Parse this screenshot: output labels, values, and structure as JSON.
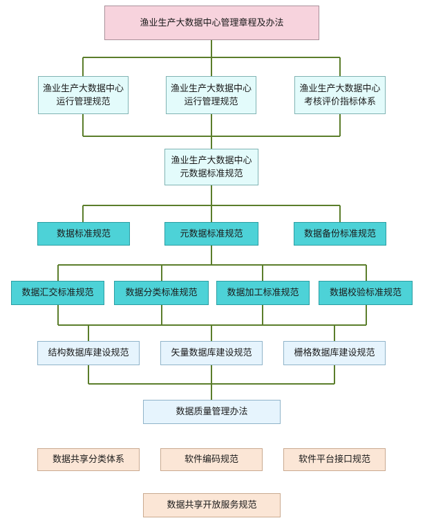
{
  "diagram": {
    "title": "渔业生产大数据中心管理章程及办法",
    "level2": [
      {
        "line1": "渔业生产大数据中心",
        "line2": "运行管理规范"
      },
      {
        "line1": "渔业生产大数据中心",
        "line2": "运行管理规范"
      },
      {
        "line1": "渔业生产大数据中心",
        "line2": "考核评价指标体系"
      }
    ],
    "metadata": {
      "line1": "渔业生产大数据中心",
      "line2": "元数据标准规范"
    },
    "level4": [
      "数据标准规范",
      "元数据标准规范",
      "数据备份标准规范"
    ],
    "level5": [
      "数据汇交标准规范",
      "数据分类标准规范",
      "数据加工标准规范",
      "数据校验标准规范"
    ],
    "level6": [
      "结构数据库建设规范",
      "矢量数据库建设规范",
      "栅格数据库建设规范"
    ],
    "quality": "数据质量管理办法",
    "level8": [
      "数据共享分类体系",
      "软件编码规范",
      "软件平台接口规范"
    ],
    "bottom": "数据共享开放服务规范",
    "colors": {
      "connector": "#5a7d2a",
      "title_fill": "#f7d3dd",
      "light_cyan": "#e3fbfb",
      "teal": "#4dd2d7",
      "pale_blue": "#e6f4fd",
      "peach": "#fbe6d6"
    }
  }
}
